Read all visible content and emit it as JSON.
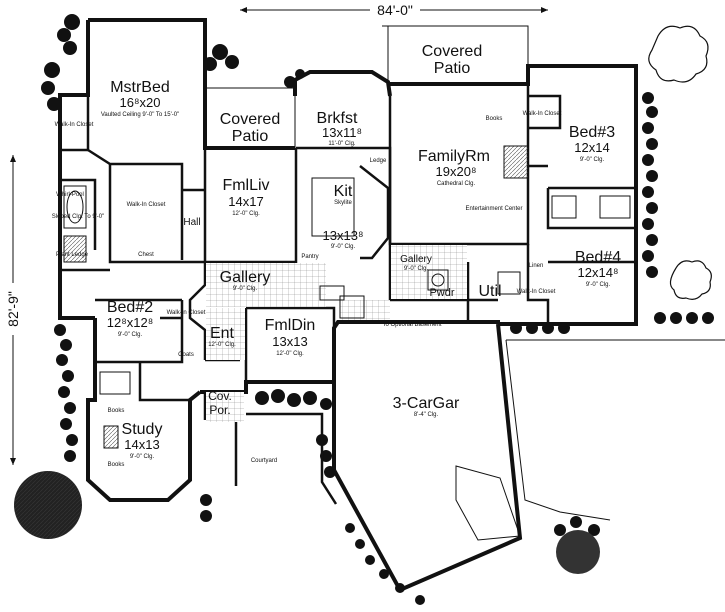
{
  "dimensions": {
    "width": "84'-0\"",
    "depth": "82'-9\""
  },
  "rooms": {
    "mstr_bed": {
      "name": "MstrBed",
      "size": "16⁸x20",
      "note": "Vaulted Ceiling 9'-0\" To 15'-0\""
    },
    "covered_patio_left": {
      "name": "Covered Patio"
    },
    "covered_patio_top": {
      "name": "Covered Patio"
    },
    "brkfst": {
      "name": "Brkfst",
      "size": "13x11⁸",
      "note": "11'-0\" Clg."
    },
    "family_rm": {
      "name": "FamilyRm",
      "size": "19x20⁸",
      "note": "Cathedral Clg."
    },
    "bed3": {
      "name": "Bed#3",
      "size": "12x14",
      "note": "9'-0\" Clg."
    },
    "bed4": {
      "name": "Bed#4",
      "size": "12x14⁸",
      "note": "9'-0\" Clg."
    },
    "fml_liv": {
      "name": "FmlLiv",
      "size": "14x17",
      "note": "12'-0\" Clg."
    },
    "kit": {
      "name": "Kit",
      "size": "13x13⁸",
      "note": "9'-0\" Clg."
    },
    "gallery_main": {
      "name": "Gallery",
      "note": "9'-0\" Clg."
    },
    "gallery_right": {
      "name": "Gallery",
      "note": "9'-0\" Clg."
    },
    "bed2": {
      "name": "Bed#2",
      "size": "12⁸x12⁸",
      "note": "9'-0\" Clg."
    },
    "ent": {
      "name": "Ent",
      "note": "12'-0\" Clg."
    },
    "fml_din": {
      "name": "FmlDin",
      "size": "13x13",
      "note": "12'-0\" Clg."
    },
    "pwdr": {
      "name": "Pwdr"
    },
    "util": {
      "name": "Util"
    },
    "study": {
      "name": "Study",
      "size": "14x13",
      "note": "9'-0\" Clg."
    },
    "cov_por": {
      "name": "Cov.\nPor."
    },
    "garage": {
      "name": "3-CarGar",
      "note": "8'-4\" Clg."
    },
    "hall": {
      "name": "Hall"
    },
    "courtyard": {
      "name": "Courtyard"
    }
  },
  "small_labels": {
    "walkin_closet_master": "Walk-In Closet",
    "walkin_closet_bath": "Walk-In Closet",
    "walkin_closet_bed3": "Walk-In Closet",
    "walkin_closet_bed4": "Walk-In Closet",
    "walkin_closet_bed2": "Walk-In Closet",
    "sloped_clg": "Sloped Clg. To 9'-0\"",
    "whirlpool": "Whirl-Pool",
    "plant_ledge": "Plant Ledge",
    "chest": "Chest",
    "skylite": "Skylite",
    "books_bed3": "Books",
    "books_study_top": "Books",
    "books_study_bottom": "Books",
    "entertainment": "Entertainment Center",
    "ledge": "Ledge",
    "linen": "Linen",
    "pantry": "Pantry",
    "coats": "Coats",
    "basement": "To Optional Basement"
  }
}
